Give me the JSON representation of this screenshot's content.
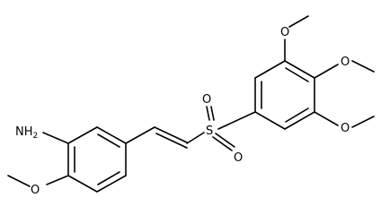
{
  "structure": {
    "atoms": {
      "amine": "NH2",
      "amine_N": "N",
      "amine_H2": "H",
      "sulfur": "S",
      "sulfonyl_oxygen_top": "O",
      "sulfonyl_oxygen_bottom": "O",
      "methoxy_oxygen_left": "O",
      "methoxy_oxygen_top": "O",
      "methoxy_oxygen_right_upper": "O",
      "methoxy_oxygen_right_lower": "O"
    }
  }
}
